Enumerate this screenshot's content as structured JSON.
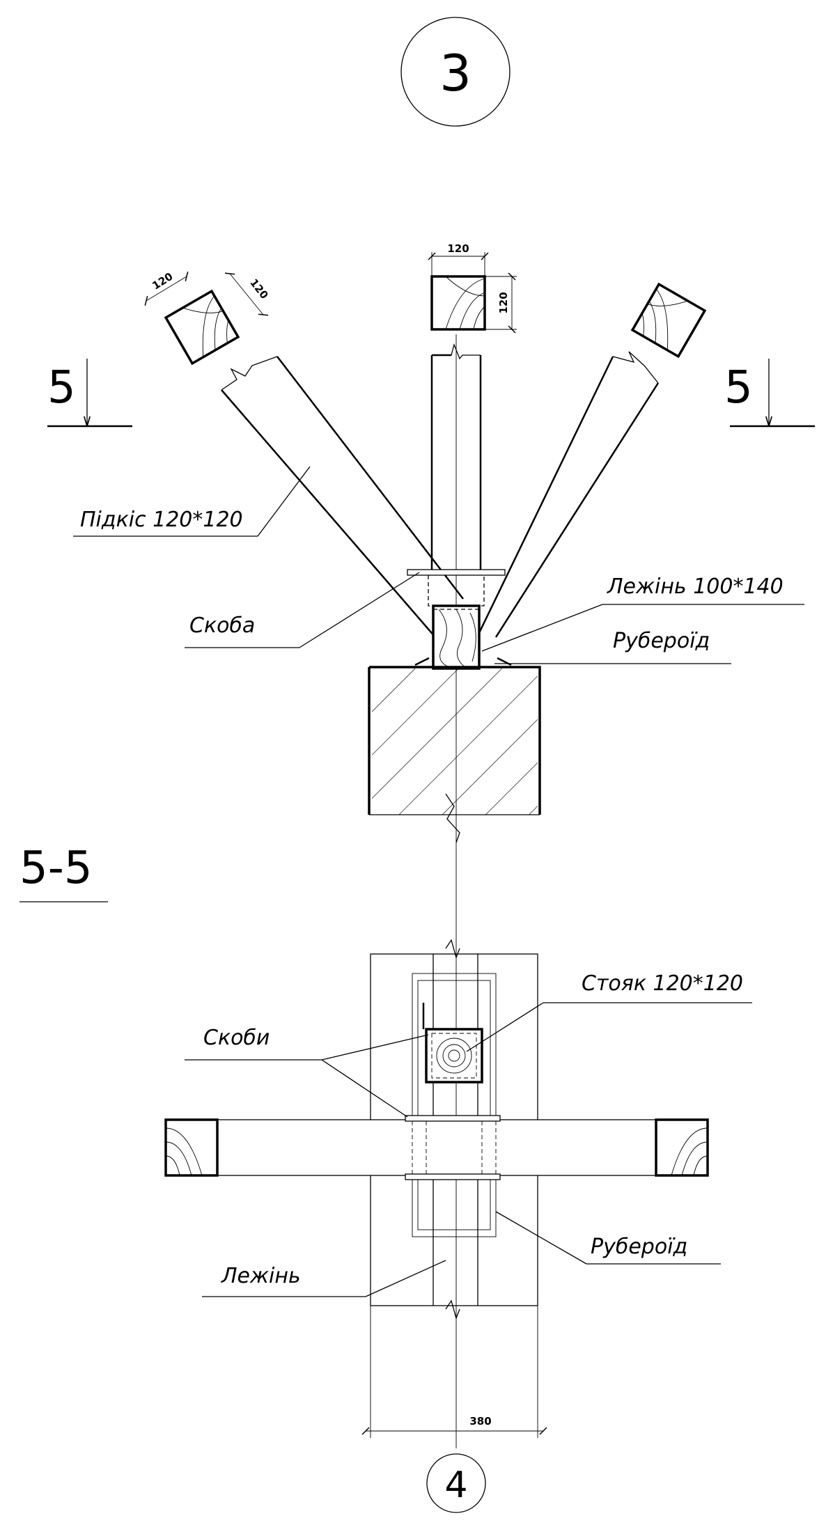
{
  "header": {
    "sheet_number": "3"
  },
  "cut_marks": {
    "left": "5",
    "right": "5"
  },
  "labels": {
    "brace": "Підкіс 120*120",
    "bracket": "Скоба",
    "sill": "Лежінь 100*140",
    "roofing_felt_top": "Рубероїд"
  },
  "dimensions": {
    "top_w": "120",
    "top_h": "120",
    "left_a": "120",
    "left_b": "120",
    "base_width": "380"
  },
  "section": {
    "title": "5-5",
    "post": "Стояк 120*120",
    "brackets": "Скоби",
    "roofing_felt": "Рубероїд",
    "sill": "Лежінь"
  },
  "footer": {
    "next_number": "4"
  }
}
